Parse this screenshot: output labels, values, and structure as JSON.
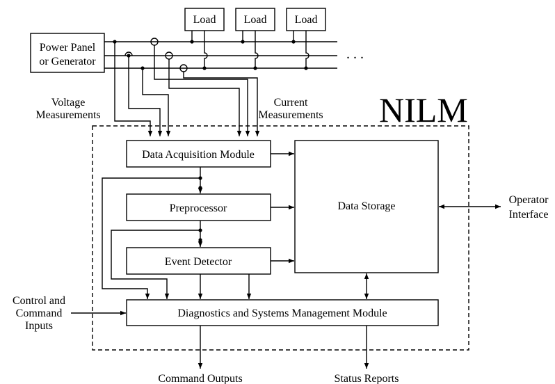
{
  "title": "NILM",
  "source": {
    "lines": [
      "Power Panel",
      "or Generator"
    ]
  },
  "loads": [
    "Load",
    "Load",
    "Load"
  ],
  "ellipsis": ". . .",
  "voltage_label": [
    "Voltage",
    "Measurements"
  ],
  "current_label": [
    "Current",
    "Measurements"
  ],
  "modules": {
    "data_acquisition": "Data Acquisition Module",
    "preprocessor": "Preprocessor",
    "event_detector": "Event Detector",
    "diagnostics": "Diagnostics and Systems Management Module",
    "data_storage": "Data Storage"
  },
  "operator_interface": [
    "Operator",
    "Interface"
  ],
  "control_inputs": [
    "Control and",
    "Command",
    "Inputs"
  ],
  "outputs": {
    "command": "Command Outputs",
    "status": "Status Reports"
  },
  "colors": {
    "line": "#000000",
    "background": "#ffffff"
  }
}
